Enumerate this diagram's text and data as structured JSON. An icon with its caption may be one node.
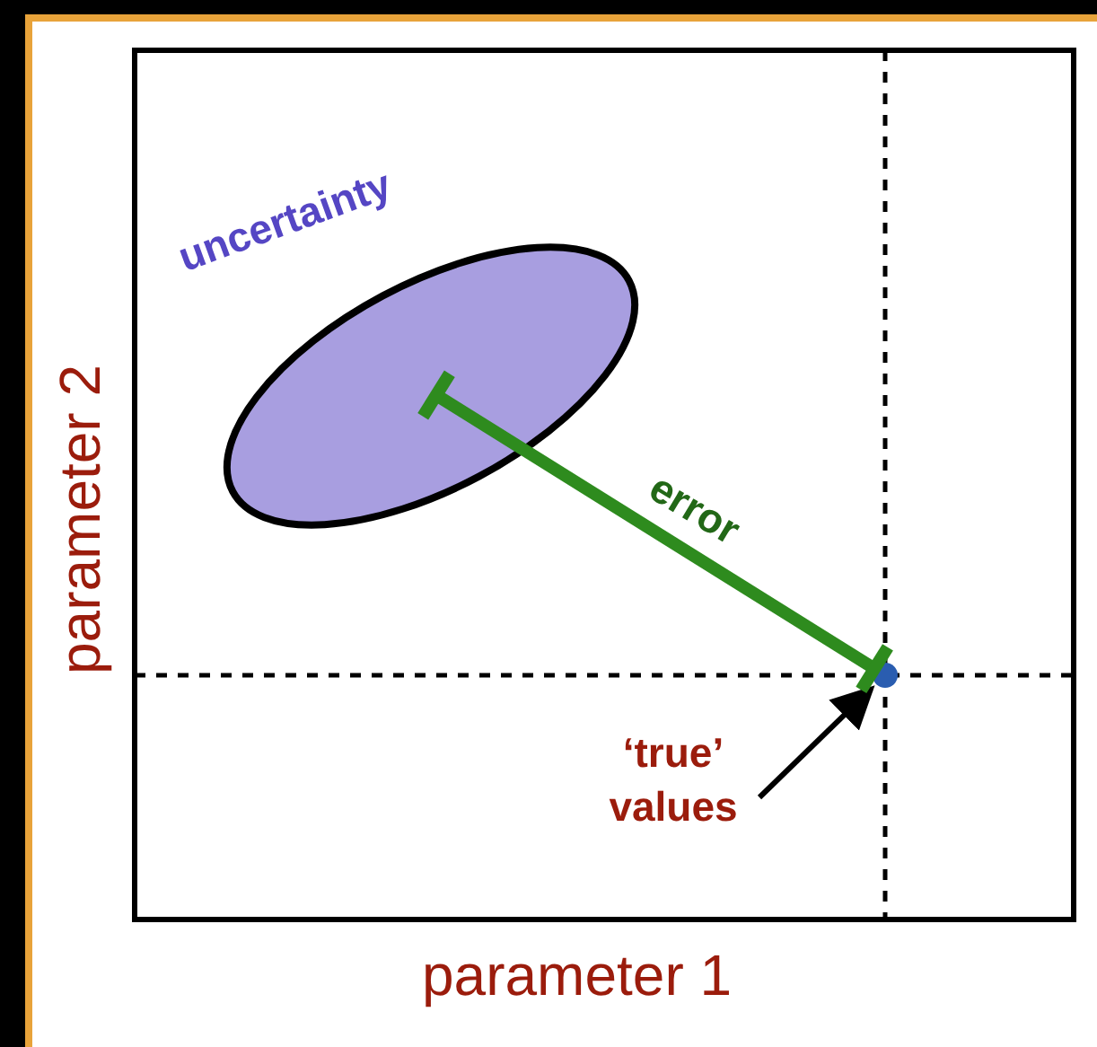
{
  "diagram": {
    "nodes": [
      {
        "text": [
          "uncertainty"
        ]
      },
      {
        "text": [
          "‘true’ values"
        ]
      },
      {
        "text": [],
        "shape": "circle"
      }
    ],
    "edges": [
      {
        "from": 1,
        "to": 2,
        "arrow": "to"
      },
      {
        "from": 0,
        "to": 2,
        "arrow": "other",
        "label": "error",
        "style": "thick",
        "color": "#2e8b1e"
      }
    ],
    "labels": [
      "parameter 1",
      "parameter 2"
    ]
  }
}
